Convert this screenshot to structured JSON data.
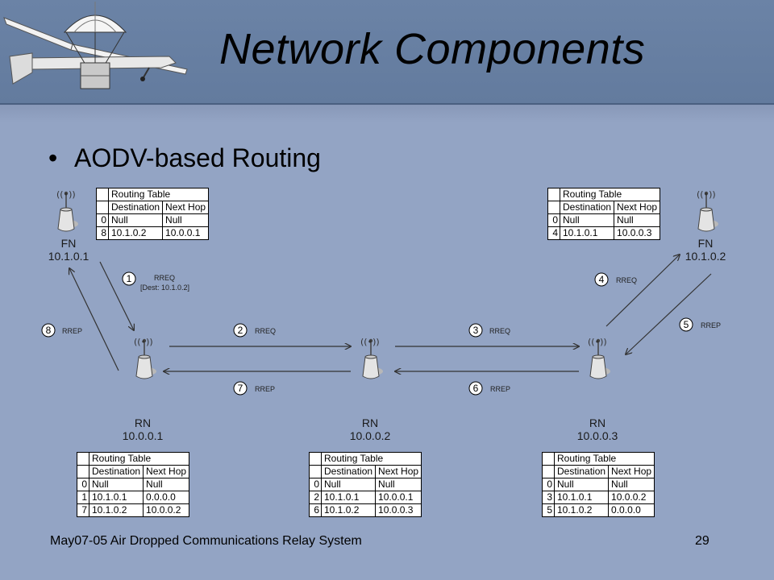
{
  "slide": {
    "title": "Network Components",
    "bullet": "AODV-based Routing",
    "footer": "May07-05 Air Dropped Communications Relay System",
    "page_number": "29"
  },
  "routing_tables": {
    "fn1": {
      "title": "Routing Table",
      "headers": [
        "Destination",
        "Next Hop"
      ],
      "rows": [
        {
          "num": "0",
          "dest": "Null",
          "hop": "Null"
        },
        {
          "num": "8",
          "dest": "10.1.0.2",
          "hop": "10.0.0.1"
        }
      ]
    },
    "fn2": {
      "title": "Routing Table",
      "headers": [
        "Destination",
        "Next Hop"
      ],
      "rows": [
        {
          "num": "0",
          "dest": "Null",
          "hop": "Null"
        },
        {
          "num": "4",
          "dest": "10.1.0.1",
          "hop": "10.0.0.3"
        }
      ]
    },
    "rn1": {
      "title": "Routing Table",
      "headers": [
        "Destination",
        "Next Hop"
      ],
      "rows": [
        {
          "num": "0",
          "dest": "Null",
          "hop": "Null"
        },
        {
          "num": "1",
          "dest": "10.1.0.1",
          "hop": "0.0.0.0"
        },
        {
          "num": "7",
          "dest": "10.1.0.2",
          "hop": "10.0.0.2"
        }
      ]
    },
    "rn2": {
      "title": "Routing Table",
      "headers": [
        "Destination",
        "Next Hop"
      ],
      "rows": [
        {
          "num": "0",
          "dest": "Null",
          "hop": "Null"
        },
        {
          "num": "2",
          "dest": "10.1.0.1",
          "hop": "10.0.0.1"
        },
        {
          "num": "6",
          "dest": "10.1.0.2",
          "hop": "10.0.0.3"
        }
      ]
    },
    "rn3": {
      "title": "Routing Table",
      "headers": [
        "Destination",
        "Next Hop"
      ],
      "rows": [
        {
          "num": "0",
          "dest": "Null",
          "hop": "Null"
        },
        {
          "num": "3",
          "dest": "10.1.0.1",
          "hop": "10.0.0.2"
        },
        {
          "num": "5",
          "dest": "10.1.0.2",
          "hop": "0.0.0.0"
        }
      ]
    }
  },
  "nodes": {
    "fn1": {
      "type": "FN",
      "ip": "10.1.0.1"
    },
    "fn2": {
      "type": "FN",
      "ip": "10.1.0.2"
    },
    "rn1": {
      "type": "RN",
      "ip": "10.0.0.1"
    },
    "rn2": {
      "type": "RN",
      "ip": "10.0.0.2"
    },
    "rn3": {
      "type": "RN",
      "ip": "10.0.0.3"
    }
  },
  "messages": {
    "m1": {
      "num": "1",
      "label": "RREQ",
      "detail": "[Dest: 10.1.0.2]"
    },
    "m2": {
      "num": "2",
      "label": "RREQ"
    },
    "m3": {
      "num": "3",
      "label": "RREQ"
    },
    "m4": {
      "num": "4",
      "label": "RREQ"
    },
    "m5": {
      "num": "5",
      "label": "RREP"
    },
    "m6": {
      "num": "6",
      "label": "RREP"
    },
    "m7": {
      "num": "7",
      "label": "RREP"
    },
    "m8": {
      "num": "8",
      "label": "RREP"
    }
  },
  "icons": {
    "antenna": "antenna-tower-icon",
    "signal": "wireless-signal-icon",
    "logo": "uav-parachute-logo-icon"
  }
}
